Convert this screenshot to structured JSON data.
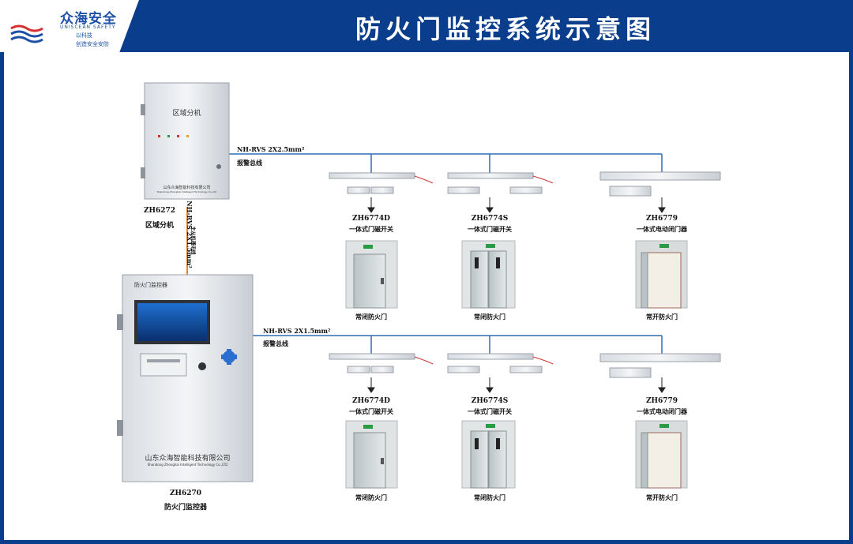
{
  "header": {
    "title": "防火门监控系统示意图",
    "logo_cn": "众海安全",
    "logo_en": "UNISCEAN SAFETY",
    "logo_sub1": "以科技",
    "logo_sub2": "创造安全安防"
  },
  "zone_unit": {
    "panel_label": "区域分机",
    "panel_company": "山东众海智能科技有限公司",
    "panel_company_en": "Shandong Zhonghai Intelligent Technology Co.,Ltd",
    "model": "ZH6272",
    "name": "区域分机",
    "link_cable": "NH-RVS 2X1.5mm²",
    "link_label": "主从机通讯线"
  },
  "monitor": {
    "panel_label": "防火门监控器",
    "panel_company": "山东众海智能科技有限公司",
    "panel_company_en": "Shandong Zhonghai Intelligent Technology Co.,LTD",
    "model": "ZH6270",
    "name": "防火门监控器"
  },
  "bus_top": {
    "cable": "NH-RVS 2X2.5mm²",
    "label": "报警总线"
  },
  "bus_bottom": {
    "cable": "NH-RVS 2X1.5mm²",
    "label": "报警总线"
  },
  "top_devices": [
    {
      "model": "ZH6774D",
      "name": "一体式门磁开关",
      "door": "常闭防火门"
    },
    {
      "model": "ZH6774S",
      "name": "一体式门磁开关",
      "door": "常闭防火门"
    },
    {
      "model": "ZH6779",
      "name": "一体式电动闭门器",
      "door": "常开防火门"
    }
  ],
  "bottom_devices": [
    {
      "model": "ZH6774D",
      "name": "一体式门磁开关",
      "door": "常闭防火门"
    },
    {
      "model": "ZH6774S",
      "name": "一体式门磁开关",
      "door": "常闭防火门"
    },
    {
      "model": "ZH6779",
      "name": "一体式电动闭门器",
      "door": "常开防火门"
    }
  ],
  "colors": {
    "brand_blue": "#0a3e8c",
    "bus_line": "#2f6db5",
    "link_line": "#e08a2c"
  }
}
